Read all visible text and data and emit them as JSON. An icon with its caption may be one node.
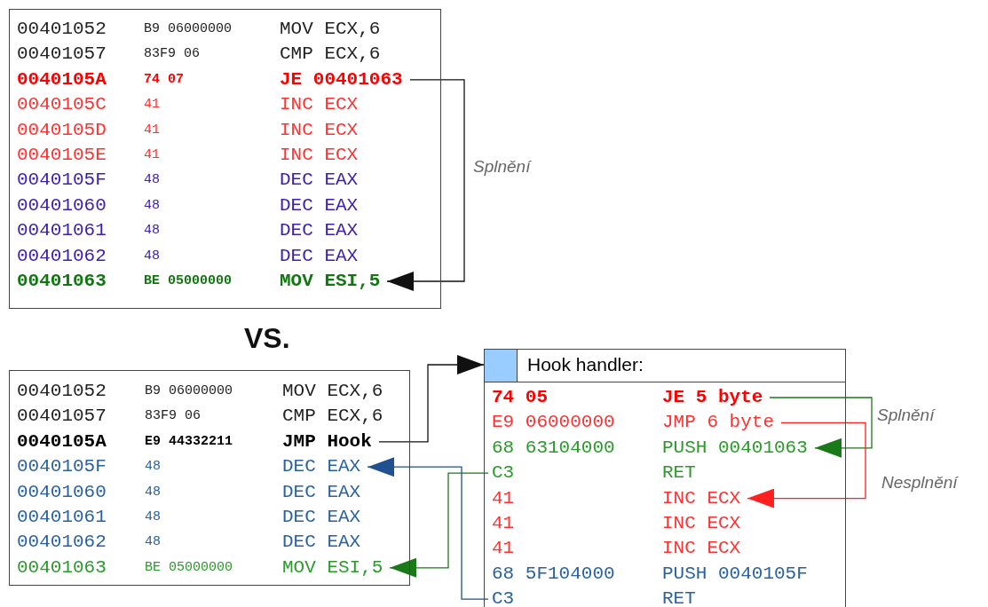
{
  "diagram": {
    "nodes": [
      {
        "text": [],
        "shape": "box"
      },
      {
        "text": [
          "00401052",
          "B9 06000000",
          "MOV ECX,6"
        ],
        "in": 0
      },
      {
        "text": [
          "00401057",
          "83F9 06",
          "CMP ECX,6"
        ],
        "in": 0
      },
      {
        "text": [
          "0040105A",
          "74 07",
          "JE 00401063"
        ],
        "in": 0
      },
      {
        "text": [
          "0040105C",
          "41",
          "INC ECX"
        ],
        "in": 0
      },
      {
        "text": [
          "0040105D",
          "41",
          "INC ECX"
        ],
        "in": 0
      },
      {
        "text": [
          "0040105E",
          "41",
          "INC ECX"
        ],
        "in": 0
      },
      {
        "text": [
          "0040105F",
          "48",
          "DEC EAX"
        ],
        "in": 0
      },
      {
        "text": [
          "00401060",
          "48",
          "DEC EAX"
        ],
        "in": 0
      },
      {
        "text": [
          "00401061",
          "48",
          "DEC EAX"
        ],
        "in": 0
      },
      {
        "text": [
          "00401062",
          "48",
          "DEC EAX"
        ],
        "in": 0
      },
      {
        "text": [
          "00401063",
          "BE 05000000",
          "MOV ESI,5"
        ],
        "in": 0
      },
      {
        "text": [],
        "shape": "box"
      },
      {
        "text": [
          "00401052",
          "B9 06000000",
          "MOV ECX,6"
        ],
        "in": 12
      },
      {
        "text": [
          "00401057",
          "83F9 06",
          "CMP ECX,6"
        ],
        "in": 12
      },
      {
        "text": [
          "0040105A",
          "E9 44332211",
          "JMP Hook"
        ],
        "in": 12
      },
      {
        "text": [
          "0040105F",
          "48",
          "DEC EAX"
        ],
        "in": 12
      },
      {
        "text": [
          "00401060",
          "48",
          "DEC EAX"
        ],
        "in": 12
      },
      {
        "text": [
          "00401061",
          "48",
          "DEC EAX"
        ],
        "in": 12
      },
      {
        "text": [
          "00401062",
          "48",
          "DEC EAX"
        ],
        "in": 12
      },
      {
        "text": [
          "00401063",
          "BE 05000000",
          "MOV ESI,5"
        ],
        "in": 12
      },
      {
        "text": [
          "Hook handler:"
        ]
      },
      {
        "text": [
          "74 05",
          "JE 5 byte"
        ],
        "in": 21
      },
      {
        "text": [
          "E9 06000000",
          "JMP 6 byte"
        ],
        "in": 21
      },
      {
        "text": [
          "68 63104000",
          "PUSH 00401063"
        ],
        "in": 21
      },
      {
        "text": [
          "C3",
          "RET"
        ],
        "in": 21
      },
      {
        "text": [
          "41",
          "INC ECX"
        ],
        "in": 21
      },
      {
        "text": [
          "41",
          "INC ECX"
        ],
        "in": 21
      },
      {
        "text": [
          "41",
          "INC ECX"
        ],
        "in": 21
      },
      {
        "text": [
          "68 5F104000",
          "PUSH 0040105F"
        ],
        "in": 21
      },
      {
        "text": [
          "C3",
          "RET"
        ],
        "in": 21
      }
    ],
    "edges": [
      {
        "from": 3,
        "to": 11,
        "arrow": "to",
        "label": "Splnění"
      },
      {
        "from": 15,
        "to": 21,
        "arrow": "to"
      },
      {
        "from": 22,
        "to": 24,
        "arrow": "to",
        "label": "Splnění",
        "color": "#1a7a1a"
      },
      {
        "from": 23,
        "to": 26,
        "arrow": "to",
        "label": "Nesplnění",
        "color": "#ff2020"
      },
      {
        "from": 25,
        "to": 20,
        "arrow": "to",
        "color": "#1a7a1a"
      },
      {
        "from": 30,
        "to": 16,
        "arrow": "to",
        "color": "#1f5090"
      }
    ],
    "labels": [
      "VS."
    ]
  }
}
